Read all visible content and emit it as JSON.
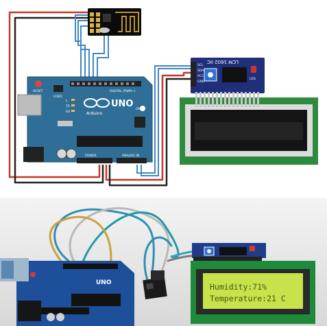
{
  "diagram": {
    "arduino": {
      "brand_logo": "UNO",
      "brand_sub": "Arduino",
      "reset_label": "RESET",
      "icsp_label": "ICSP2",
      "digital_label": "DIGITAL (PWM~)",
      "analog_label": "ANALOG IN",
      "power_label": "POWER",
      "tx_label": "TX",
      "rx_label": "RX",
      "l_label": "L",
      "on_label": "ON"
    },
    "i2c_module": {
      "title": "LCM 1602 IIC",
      "pins": [
        "SCL",
        "SDA",
        "VCC",
        "GND"
      ],
      "led_label": "LED"
    },
    "colors": {
      "board": "#2f6f97",
      "wire_red": "#c0392b",
      "wire_black": "#222222",
      "wire_blue": "#3f86c6",
      "lcd_pcb": "#2e8b3e",
      "i2c_board": "#1f2f7a"
    }
  },
  "photo": {
    "board_logo": "UNO",
    "lcd_line1": "Humidity:71%",
    "lcd_line2": "Temperature:21 C",
    "colors": {
      "lcd_bg": "#c7e24a",
      "lcd_text": "#3d5a12",
      "board": "#1d4f9a"
    }
  }
}
